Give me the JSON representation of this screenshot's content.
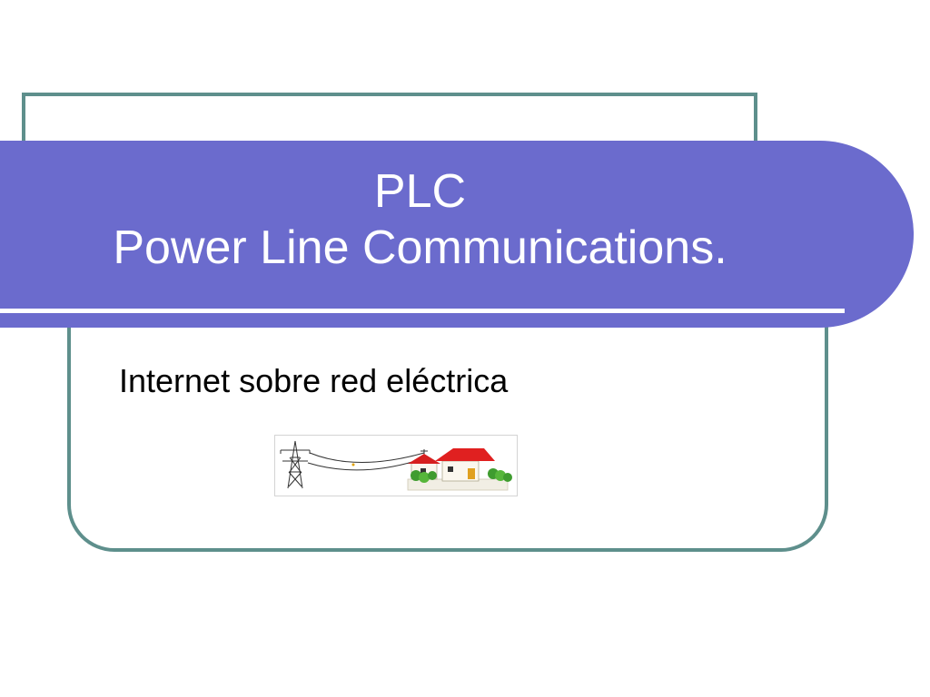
{
  "slide": {
    "title_line1": "PLC",
    "title_line2": "Power Line Communications.",
    "subtitle": "Internet sobre red eléctrica",
    "illustration_icon": "power-line-to-house-icon"
  },
  "colors": {
    "title_band": "#6b6bcd",
    "frame_border": "#5e8f8c",
    "title_text": "#ffffff",
    "body_text": "#000000"
  }
}
